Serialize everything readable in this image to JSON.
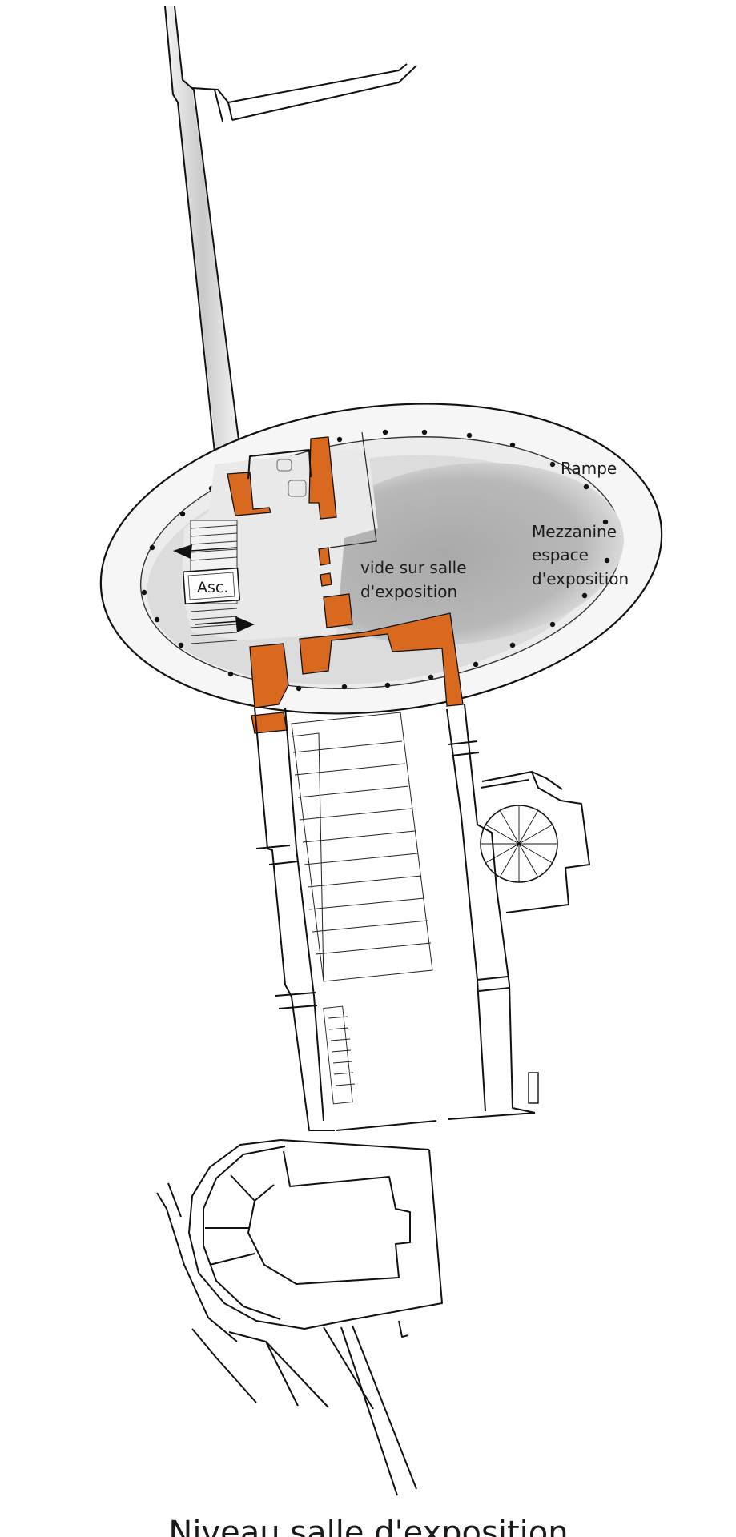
{
  "labels": {
    "rampe": "Rampe",
    "mezzanine_line1": "Mezzanine",
    "mezzanine_line2": "espace",
    "mezzanine_line3": "d'exposition",
    "vide_line1": "vide sur salle",
    "vide_line2": "d'exposition",
    "ascenseur": "Asc."
  },
  "caption": "Niveau salle d'exposition",
  "colors": {
    "structure_orange": "#d9691f",
    "floor_grey": "#c8c8c8",
    "void_grey": "#9a9a9a",
    "line": "#111111"
  }
}
